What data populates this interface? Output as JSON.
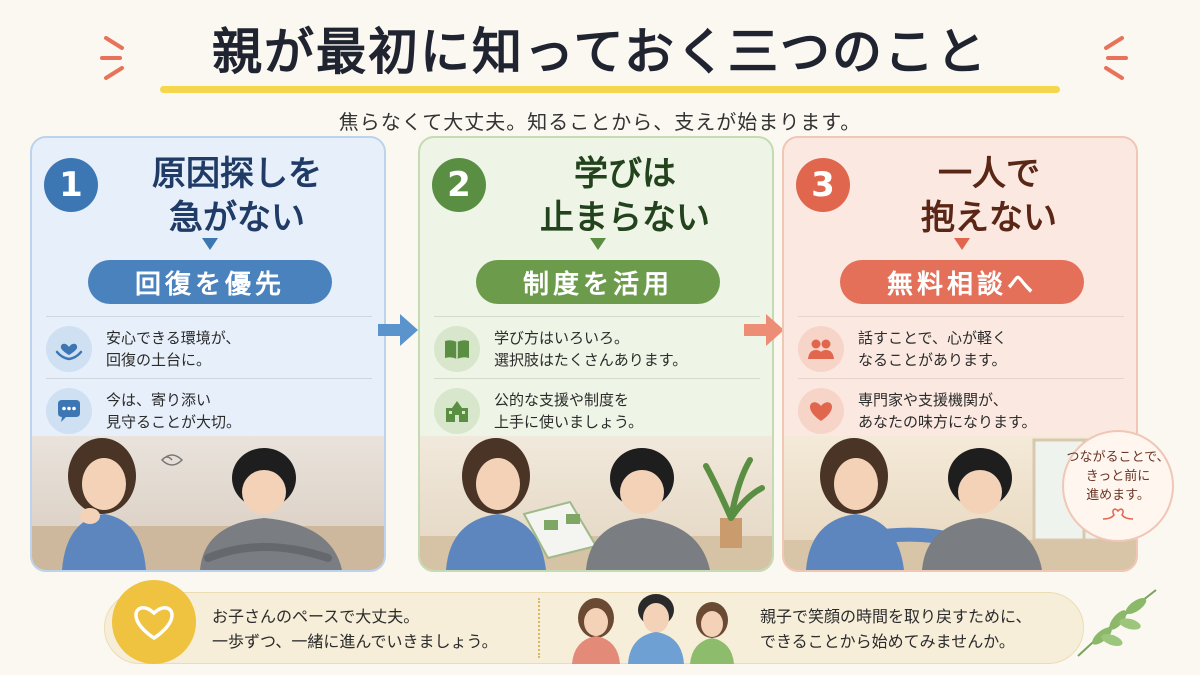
{
  "title": "親が最初に知っておく三つのこと",
  "subtitle": "焦らなくて大丈夫。知ることから、支えが始まります。",
  "cards": [
    {
      "number": "1",
      "heading_line1": "原因探しを",
      "heading_line2": "急がない",
      "pill": "回復を優先",
      "items": [
        {
          "icon": "heart-hands-icon",
          "text": "安心できる環境が、\n回復の土台に。"
        },
        {
          "icon": "speech-bubble-icon",
          "text": "今は、寄り添い\n見守ることが大切。"
        }
      ],
      "color": "#3d77b3"
    },
    {
      "number": "2",
      "heading_line1": "学びは",
      "heading_line2": "止まらない",
      "pill": "制度を活用",
      "items": [
        {
          "icon": "book-icon",
          "text": "学び方はいろいろ。\n選択肢はたくさんあります。"
        },
        {
          "icon": "school-building-icon",
          "text": "公的な支援や制度を\n上手に使いましょう。"
        }
      ],
      "color": "#5a8f43"
    },
    {
      "number": "3",
      "heading_line1": "一人で",
      "heading_line2": "抱えない",
      "pill": "無料相談へ",
      "items": [
        {
          "icon": "people-icon",
          "text": "話すことで、心が軽く\nなることがあります。"
        },
        {
          "icon": "heart-icon",
          "text": "専門家や支援機関が、\nあなたの味方になります。"
        }
      ],
      "color": "#e0674e"
    }
  ],
  "bubble": "つながることで、\nきっと前に\n進めます。",
  "banner": {
    "left": "お子さんのペースで大丈夫。\n一歩ずつ、一緒に進んでいきましょう。",
    "right": "親子で笑顔の時間を取り戻すために、\nできることから始めてみませんか。"
  }
}
